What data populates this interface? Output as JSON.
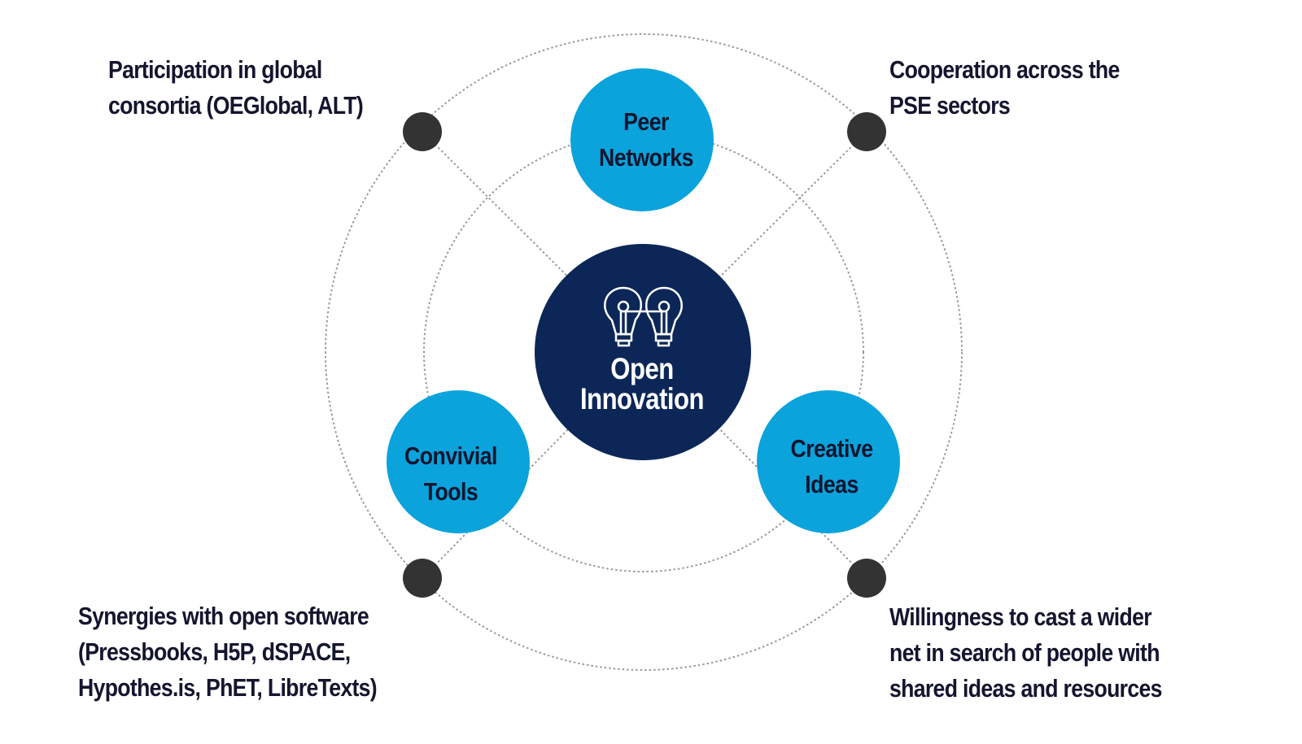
{
  "diagram": {
    "title": "Open Innovation",
    "center": {
      "lines": [
        "Open",
        "Innovation"
      ],
      "icon": "linked-lightbulbs-icon"
    },
    "nodes": [
      {
        "id": "peer-networks",
        "lines": [
          "Peer",
          "Networks"
        ]
      },
      {
        "id": "convivial-tools",
        "lines": [
          "Convivial",
          "Tools"
        ]
      },
      {
        "id": "creative-ideas",
        "lines": [
          "Creative",
          "Ideas"
        ]
      }
    ],
    "outer_points": [
      {
        "id": "top-left",
        "lines": [
          "Participation in global",
          "consortia (OEGlobal, ALT)"
        ]
      },
      {
        "id": "top-right",
        "lines": [
          "Cooperation across the",
          "PSE sectors"
        ]
      },
      {
        "id": "bottom-left",
        "lines": [
          "Synergies with open software",
          "(Pressbooks, H5P, dSPACE,",
          "Hypothes.is, PhET, LibreTexts)"
        ]
      },
      {
        "id": "bottom-right",
        "lines": [
          "Willingness to cast a wider",
          "net in search of people with",
          "shared ideas and resources"
        ]
      }
    ],
    "colors": {
      "center_fill": "#0c2757",
      "node_fill": "#0aa3dc",
      "node_text": "#14152e",
      "center_text": "#ffffff",
      "dot_fill": "#333333",
      "dotted_line": "#9a9a9a",
      "label_text": "#14152e"
    }
  }
}
